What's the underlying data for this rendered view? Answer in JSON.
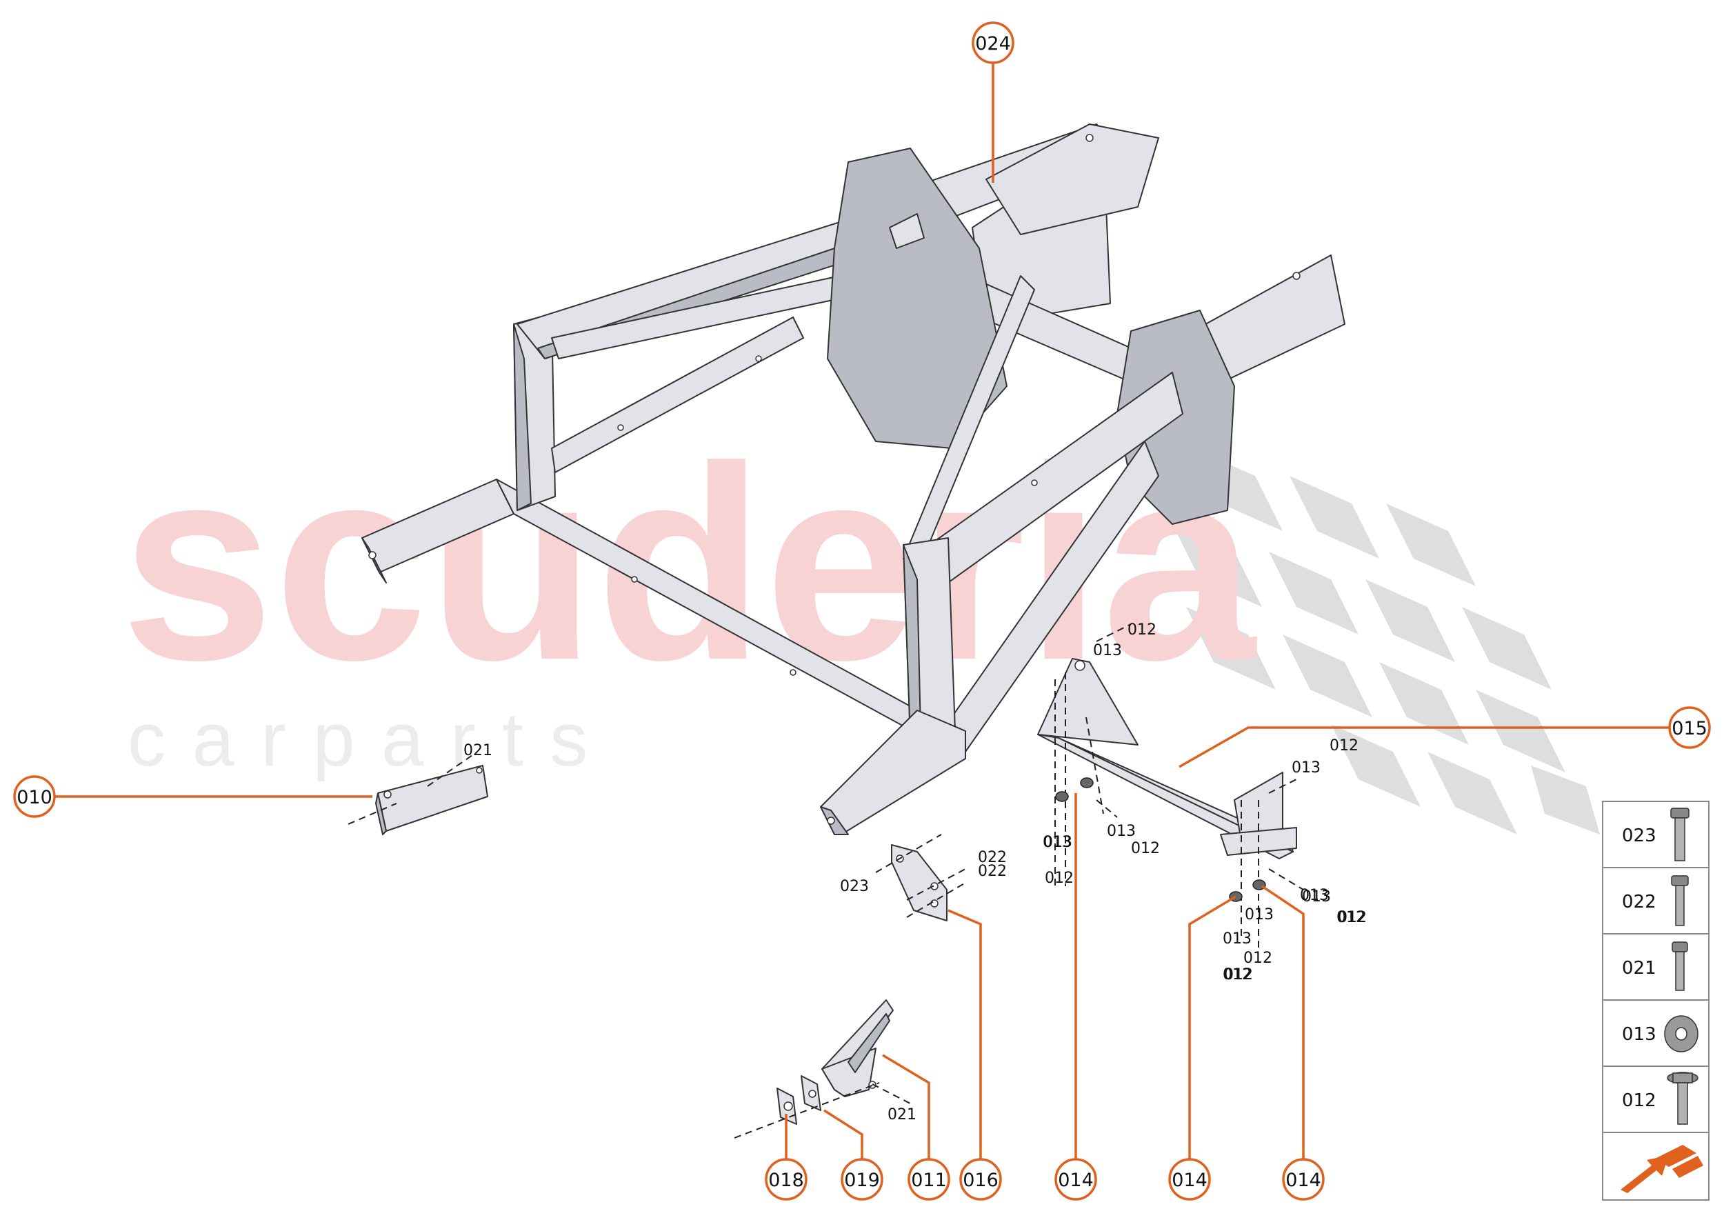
{
  "watermark": {
    "main": "scuderia",
    "sub": "c a r p a r t s"
  },
  "callouts": [
    {
      "id": "c024",
      "label": "024"
    },
    {
      "id": "c015",
      "label": "015"
    },
    {
      "id": "c010",
      "label": "010"
    },
    {
      "id": "c018",
      "label": "018"
    },
    {
      "id": "c019",
      "label": "019"
    },
    {
      "id": "c011",
      "label": "011"
    },
    {
      "id": "c016",
      "label": "016"
    },
    {
      "id": "c014a",
      "label": "014"
    },
    {
      "id": "c014b",
      "label": "014"
    },
    {
      "id": "c014c",
      "label": "014"
    }
  ],
  "sub_labels": [
    "021",
    "012",
    "013",
    "013",
    "012",
    "013",
    "012",
    "012",
    "013",
    "013",
    "012",
    "023",
    "022",
    "022",
    "013",
    "012",
    "013",
    "012",
    "013",
    "012",
    "013",
    "012",
    "021"
  ],
  "legend": {
    "items": [
      {
        "code": "023",
        "icon": "long-bolt-icon"
      },
      {
        "code": "022",
        "icon": "bolt-icon"
      },
      {
        "code": "021",
        "icon": "short-bolt-icon"
      },
      {
        "code": "013",
        "icon": "washer-icon"
      },
      {
        "code": "012",
        "icon": "flange-bolt-icon"
      }
    ],
    "nav_icon": "next-page-arrow-icon"
  },
  "colors": {
    "accent": "#e0601e",
    "watermark": "#f7d3d3",
    "checker": "#dedede"
  }
}
